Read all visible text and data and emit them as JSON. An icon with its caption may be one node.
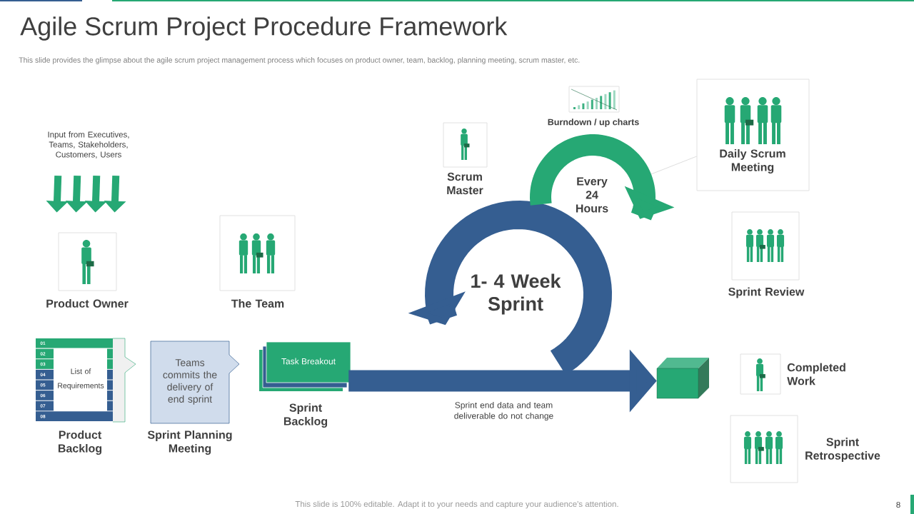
{
  "diagram": {
    "title": "Agile Scrum Project Procedure Framework",
    "nodes": [
      {
        "text": [
          "Input from Executives, Teams, Stakeholders, Customers, Users"
        ]
      },
      {
        "text": [
          "Product Owner"
        ]
      },
      {
        "text": [
          "The Team"
        ]
      },
      {
        "text": [
          "Scrum Master"
        ]
      },
      {
        "text": [
          "Burndown / up charts"
        ]
      },
      {
        "text": [
          "Daily Scrum Meeting"
        ]
      },
      {
        "text": [
          "Sprint Review"
        ]
      },
      {
        "text": [
          "List of Requirements",
          "Product Backlog"
        ]
      },
      {
        "text": [
          "Teams commits the delivery of end sprint",
          "Sprint Planning Meeting"
        ]
      },
      {
        "text": [
          "Task Breakout",
          "Sprint Backlog"
        ]
      },
      {
        "text": [
          "1- 4 Week Sprint"
        ]
      },
      {
        "text": [
          "Every 24 Hours"
        ]
      },
      {
        "text": [],
        "shape": "box"
      },
      {
        "text": [
          "Completed Work"
        ]
      },
      {
        "text": [
          "Sprint Retrospective"
        ]
      }
    ],
    "edges": [
      {
        "from": 0,
        "to": 1,
        "arrow": "to",
        "color": "#26a874"
      },
      {
        "from": 0,
        "to": 1,
        "arrow": "to",
        "color": "#26a874"
      },
      {
        "from": 0,
        "to": 1,
        "arrow": "to",
        "color": "#26a874"
      },
      {
        "from": 0,
        "to": 1,
        "arrow": "to",
        "color": "#26a874"
      },
      {
        "from": 9,
        "to": 12,
        "arrow": "to",
        "style": "thick",
        "color": "#355e91",
        "label": "Sprint end data and team deliverable  do not change"
      },
      {
        "from": 5,
        "to": 11,
        "arrow": "none",
        "color": "#cfcfcf"
      }
    ],
    "labels": [
      "This slide provides the glimpse about the agile scrum project management process which focuses on product owner, team, backlog, planning meeting, scrum master, etc.",
      "01",
      "02",
      "03",
      "04",
      "05",
      "06",
      "07",
      "08",
      "This slide is 100% editable. Adapt it to your needs and capture your audience's attention.",
      "8"
    ]
  }
}
